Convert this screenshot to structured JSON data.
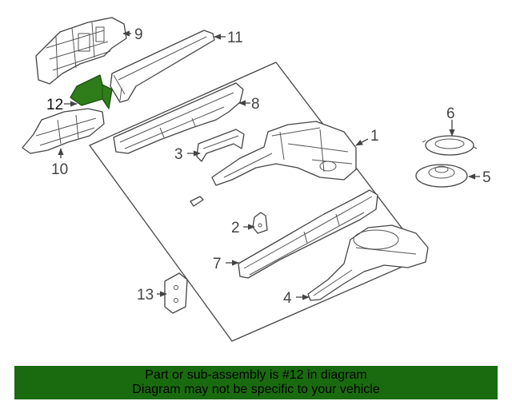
{
  "callouts": {
    "c1": "1",
    "c2": "2",
    "c3": "3",
    "c4": "4",
    "c5": "5",
    "c6": "6",
    "c7": "7",
    "c8": "8",
    "c9": "9",
    "c10": "10",
    "c11": "11",
    "c12": "12",
    "c13": "13"
  },
  "highlight": {
    "part_number": "12",
    "color": "#2e7d1a"
  },
  "banner": {
    "line1": "Part or sub-assembly is #12 in diagram",
    "line2": "Diagram may not be specific to your vehicle",
    "background": "#1a6b0f"
  }
}
